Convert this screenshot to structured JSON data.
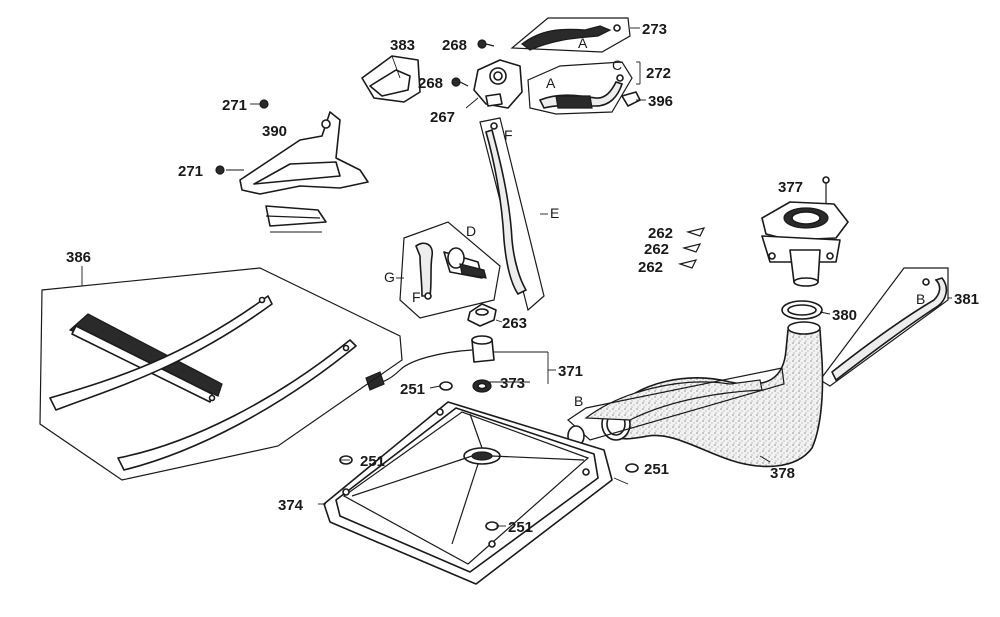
{
  "diagram": {
    "callouts": {
      "p273": "273",
      "p268a": "268",
      "p383": "383",
      "p268b": "268",
      "p272": "272",
      "p396": "396",
      "p267": "267",
      "p271a": "271",
      "p390": "390",
      "p271b": "271",
      "p377": "377",
      "p262a": "262",
      "p262b": "262",
      "p262c": "262",
      "p386": "386",
      "p263": "263",
      "p380": "380",
      "p381": "381",
      "p371": "371",
      "p251a": "251",
      "p373": "373",
      "p251b": "251",
      "p251c": "251",
      "p374": "374",
      "p251d": "251",
      "p378": "378"
    },
    "letters": {
      "a1": "A",
      "c1": "C",
      "a2": "A",
      "f1": "F",
      "e1": "E",
      "d1": "D",
      "g1": "G",
      "f2": "F",
      "b1": "B",
      "b2": "B"
    }
  }
}
